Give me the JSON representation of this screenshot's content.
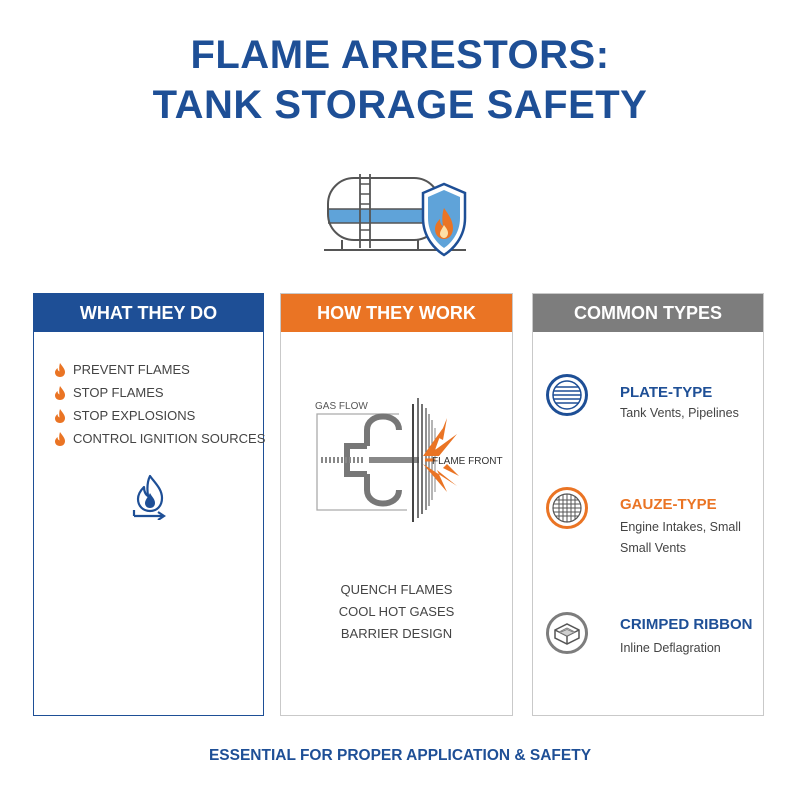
{
  "title": {
    "line1": "FLAME ARRESTORS:",
    "line2": "TANK STORAGE SAFETY"
  },
  "hero": {
    "icon": "storage-tank-with-shield-flame-icon"
  },
  "colors": {
    "navy": "#1e4f96",
    "orange": "#ea7424",
    "gray": "#7d7d7d"
  },
  "panels": {
    "what": {
      "heading": "WHAT THEY DO",
      "items": [
        "PREVENT FLAMES",
        "STOP FLAMES",
        "STOP EXPLOSIONS",
        "CONTROL IGNITION SOURCES"
      ],
      "item_icon": "flame-icon",
      "icon": "flame-arrow-icon"
    },
    "how": {
      "heading": "HOW THEY WORK",
      "diagram": {
        "gas_flow_label": "GAS FLOW",
        "flame_front_label": "FLAME FRONT"
      },
      "lines": [
        "QUENCH FLAMES",
        "COOL HOT GASES",
        "BARRIER DESIGN"
      ]
    },
    "types": {
      "heading": "COMMON TYPES",
      "items": [
        {
          "name": "PLATE-TYPE",
          "desc": "Tank Vents, Pipelines",
          "icon": "plate-grid-icon"
        },
        {
          "name": "GAUZE-TYPE",
          "desc": "Engine Intakes, Small Small Vents",
          "icon": "gauze-mesh-icon"
        },
        {
          "name": "CRIMPED RIBBON",
          "desc": "Inline Deflagration",
          "icon": "crimped-ribbon-icon"
        }
      ]
    }
  },
  "footer": "ESSENTIAL FOR PROPER APPLICATION & SAFETY"
}
